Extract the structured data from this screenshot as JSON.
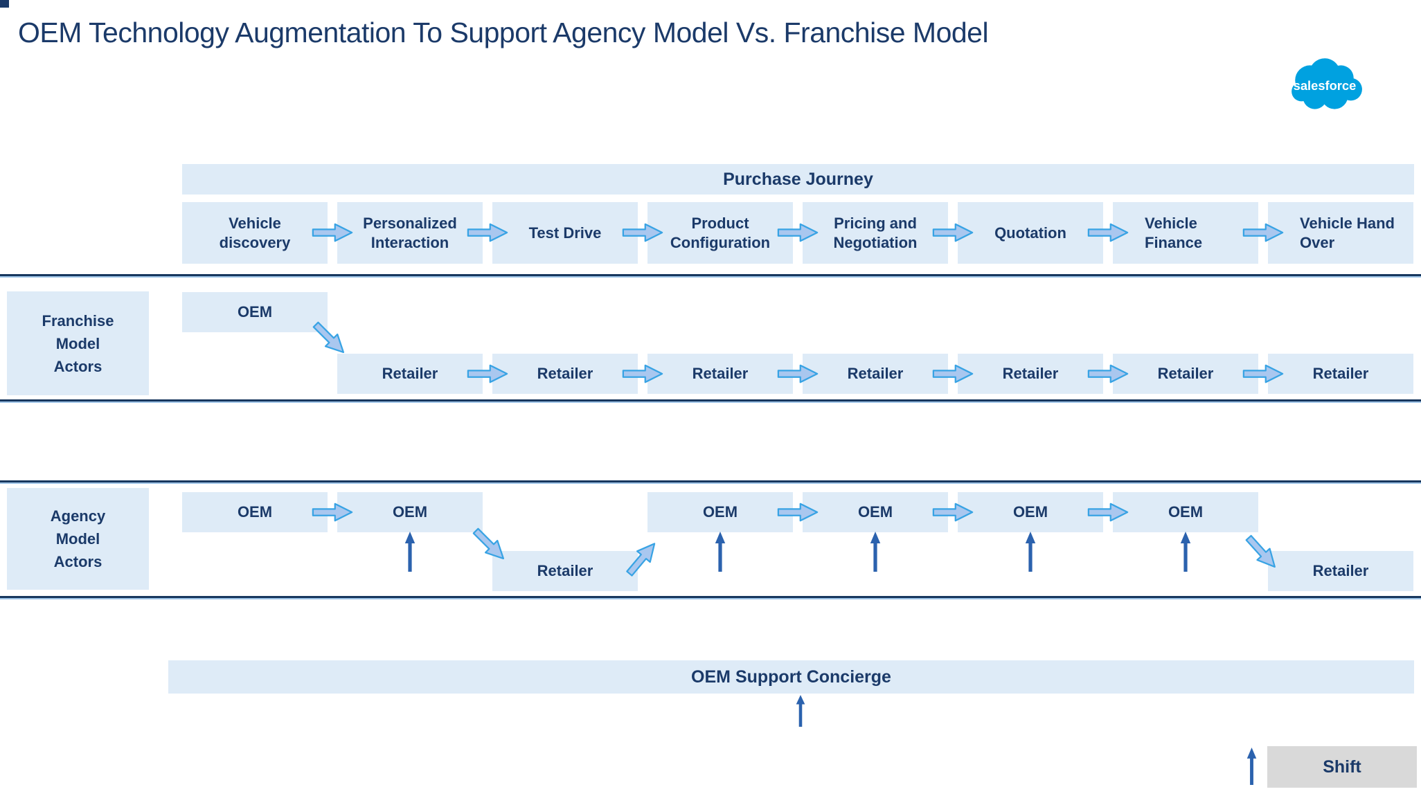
{
  "title": "OEM Technology Augmentation To Support Agency Model Vs. Franchise Model",
  "logo": {
    "label": "salesforce"
  },
  "journey": {
    "band_label": "Purchase Journey",
    "stages": [
      "Vehicle discovery",
      "Personalized Interaction",
      "Test Drive",
      "Product Configuration",
      "Pricing and Negotiation",
      "Quotation",
      "Vehicle Finance",
      "Vehicle Hand Over"
    ]
  },
  "franchise": {
    "row_label": "Franchise Model Actors",
    "oem_label": "OEM",
    "retailers": [
      "Retailer",
      "Retailer",
      "Retailer",
      "Retailer",
      "Retailer",
      "Retailer",
      "Retailer"
    ]
  },
  "agency": {
    "row_label": "Agency Model Actors",
    "oems": [
      "OEM",
      "OEM",
      "OEM",
      "OEM",
      "OEM",
      "OEM"
    ],
    "retailers": [
      "Retailer",
      "Retailer"
    ]
  },
  "support": {
    "band_label": "OEM Support Concierge"
  },
  "shift": {
    "label": "Shift"
  },
  "colors": {
    "navy_text": "#1b3a69",
    "divider": "#17375e",
    "box_fill": "#deebf7",
    "arrow_fill": "#a9c7ef",
    "arrow_stroke": "#38a3e4",
    "thin_arrow": "#2b62ae",
    "shift_fill": "#d9d9d9",
    "salesforce_blue": "#00a1e0"
  }
}
